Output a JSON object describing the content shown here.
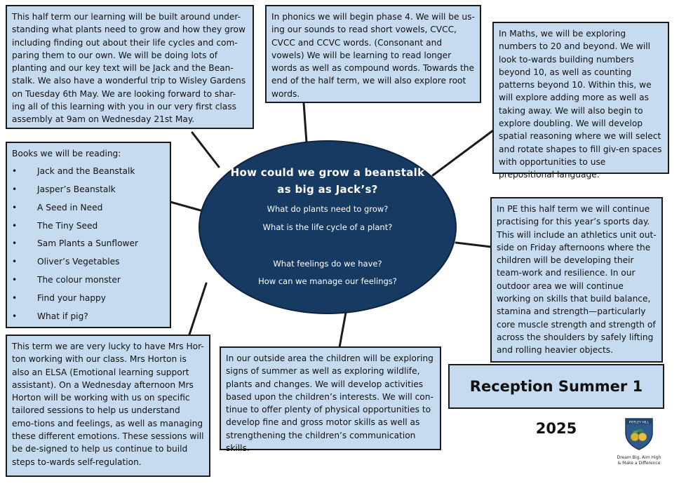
{
  "learning_box": {
    "text": "This half term our learning will be built around under-standing what plants need to grow and how they grow including finding out about their life cycles and com-paring them to our own.  We will be doing lots of planting and our key text will be Jack and the Bean-stalk.  We also have a wonderful trip to Wisley Gardens on Tuesday 6th May.  We are looking forward to shar-ing all of this learning with you in our very first class assembly at 9am on Wednesday 21st May."
  },
  "phonics_box": {
    "text": "In phonics we will begin phase 4. We will be us-ing our sounds to read short vowels, CVCC, CVCC and CCVC words. (Consonant and vowels) We will be learning to read longer words as well as compound words. Towards the end of the half term, we will also explore root words."
  },
  "maths_box": {
    "text": "In Maths, we will be exploring numbers to 20 and beyond. We will look to-wards building numbers beyond 10, as well as counting patterns beyond 10. Within this, we will explore adding more as well as taking away. We will also begin to explore doubling. We will develop  spatial reasoning where we will select and rotate shapes to fill giv-en spaces with opportunities to use prepositional language."
  },
  "books_box": {
    "heading": "Books we will be reading:",
    "items": [
      "Jack and the Beanstalk",
      "Jasper’s Beanstalk",
      "A Seed in Need",
      "The Tiny Seed",
      "Sam Plants a Sunflower",
      "Oliver’s Vegetables",
      "The colour monster",
      "Find your happy",
      "What if pig?"
    ]
  },
  "center": {
    "title_line1": "How could we grow a beanstalk",
    "title_line2": "as big as Jack’s?",
    "questions": [
      "What do plants need to grow?",
      "What is the life cycle of a plant?",
      "What feelings do we have?",
      "How can we manage our feelings?"
    ]
  },
  "pe_box": {
    "text": "In PE this half term we will continue practising for this year’s sports day. This will include an athletics unit out-side on Friday afternoons where the children will be developing their team-work and resilience.  In our outdoor area we will continue working on skills that build balance, stamina and strength—particularly core muscle strength and strength of across the shoulders by safely lifting and rolling heavier objects."
  },
  "horton_box": {
    "text": "This term we are very lucky to have Mrs Hor-ton working with our class.  Mrs Horton is also an ELSA (Emotional learning support assistant). On a Wednesday afternoon Mrs Horton will be working with us on specific tailored sessions to help us understand emo-tions and feelings, as well as managing these different emotions. These sessions will be de-signed to help us continue to build steps to-wards self-regulation."
  },
  "outside_box": {
    "text": "In our outside area the children will be exploring signs of summer as well as exploring wildlife, plants and changes. We will develop activities based upon the children’s interests.  We will con-tinue to offer plenty of physical opportunities to develop  fine and gross motor skills as well as strengthening the children’s communication skills."
  },
  "title_box": {
    "text": "Reception Summer 1 2025"
  },
  "logo": {
    "name": "POTLEY HILL",
    "motto_line1": "Dream Big, Aim High",
    "motto_line2": "& Make a Difference"
  },
  "colors": {
    "box_fill": "#c7dbf0",
    "center_fill": "#173a63",
    "border": "#1b1b1b"
  }
}
